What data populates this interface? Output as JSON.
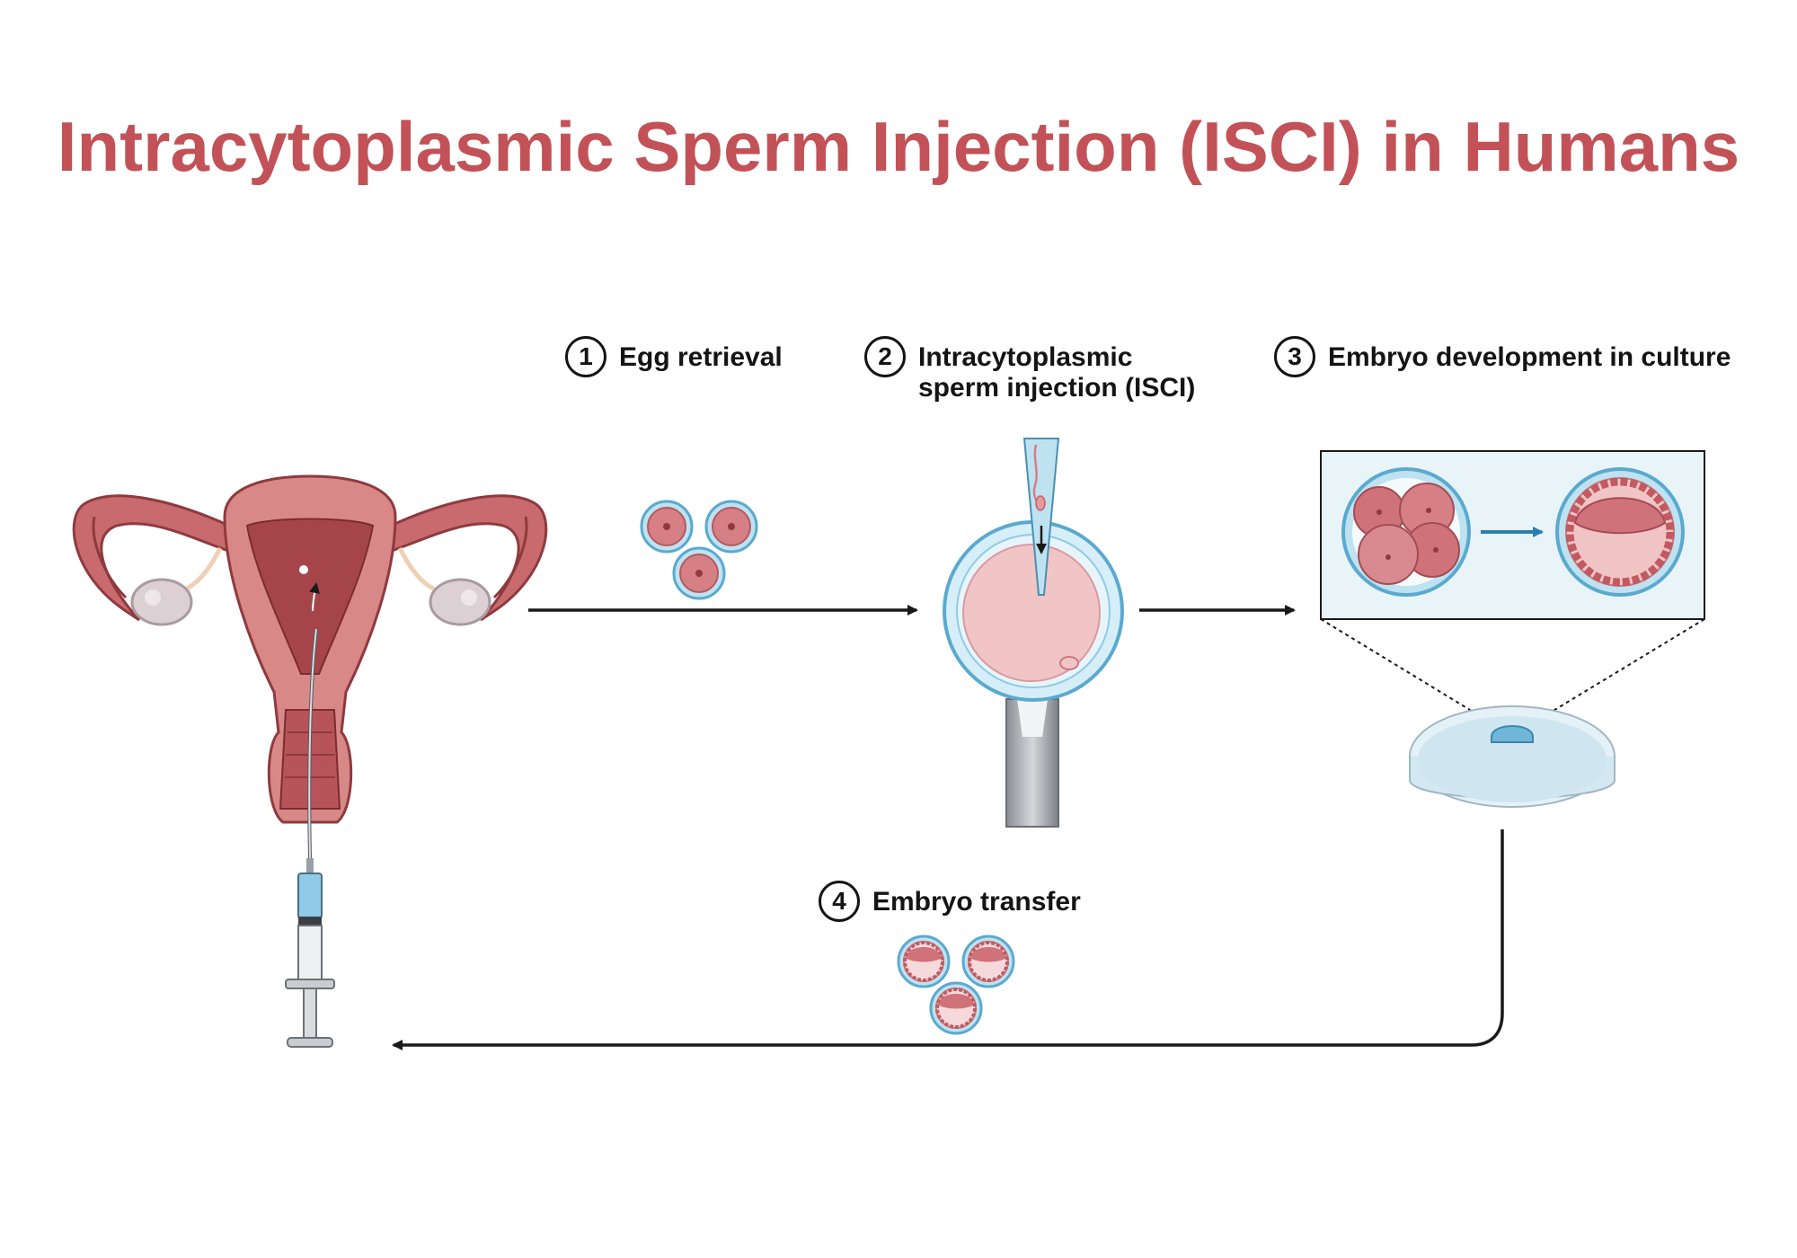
{
  "title": "Intracytoplasmic Sperm Injection (ISCI) in Humans",
  "steps": [
    {
      "number": "1",
      "label": "Egg retrieval"
    },
    {
      "number": "2",
      "label_line1": "Intracytoplasmic",
      "label_line2": "sperm injection (ISCI)"
    },
    {
      "number": "3",
      "label": "Embryo development in culture"
    },
    {
      "number": "4",
      "label": "Embryo transfer"
    }
  ],
  "colors": {
    "title": "#c25257",
    "tissue": "#d88886",
    "tissue_dark": "#a5454a",
    "egg": "#d67f84",
    "zona": "#8fcbe6",
    "arrow": "#1a1a1a",
    "accent_arrow": "#2a7fae"
  }
}
